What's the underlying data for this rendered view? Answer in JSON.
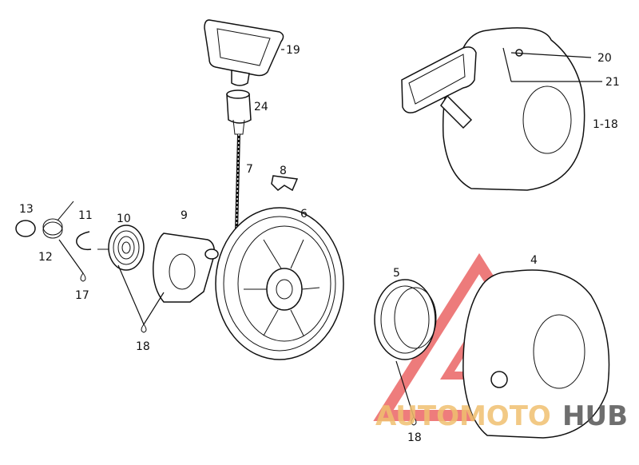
{
  "labels": {
    "l19": "19",
    "l24": "24",
    "l7": "7",
    "l8": "8",
    "l6": "6",
    "l9": "9",
    "l10": "10",
    "l11": "11",
    "l13": "13",
    "l12": "12",
    "l17": "17",
    "l18a": "18",
    "l20": "20",
    "l21": "21",
    "l1_18": "1-18",
    "l5": "5",
    "l4": "4",
    "l18b": "18"
  },
  "watermark": {
    "part1": "AUTOMOTO",
    "part2": "HUB",
    "color_primary": "#f0c070",
    "color_secondary": "#555555",
    "triangle_color": "#e85050"
  }
}
